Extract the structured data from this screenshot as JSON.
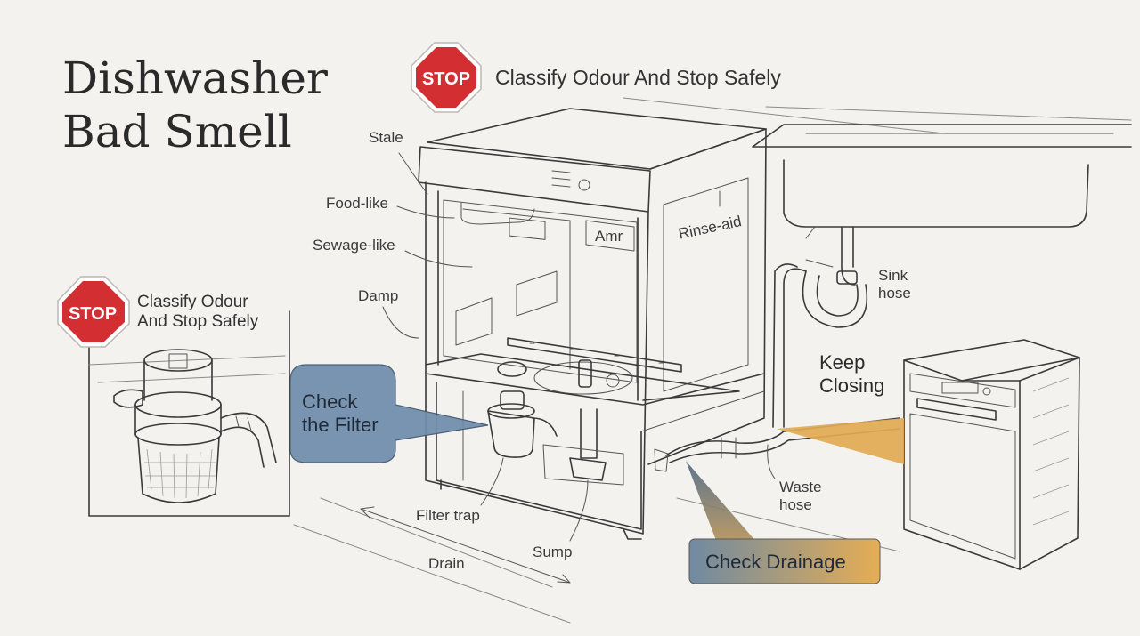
{
  "title": {
    "line1": "Dishwasher",
    "line2": "Bad Smell"
  },
  "stop_sign": {
    "text": "STOP",
    "color": "#d32f33"
  },
  "header": {
    "text": "Classify Odour And Stop Safely"
  },
  "inset": {
    "line1": "Classify Odour",
    "line2": "And Stop Safely"
  },
  "odour_types": [
    "Stale",
    "Food-like",
    "Sewage-like",
    "Damp"
  ],
  "interior_labels": {
    "amr": "Amr",
    "rinse_aid": "Rinse-aid"
  },
  "component_labels": {
    "sink_hose": {
      "line1": "Sink",
      "line2": "hose"
    },
    "waste_hose": {
      "line1": "Waste",
      "line2": "hose"
    },
    "filter_trap": "Filter trap",
    "sump": "Sump",
    "drain": "Drain"
  },
  "callouts": {
    "check_filter": {
      "line1": "Check",
      "line2": "the Filter",
      "color": "#5f7f9f"
    },
    "keep_closing": {
      "line1": "Keep",
      "line2": "Closing",
      "color": "#e0a94e"
    },
    "check_drainage": {
      "text": "Check Drainage",
      "color_start": "#6f8aa2",
      "color_end": "#e6ad55"
    }
  },
  "colors": {
    "background": "#f3f2ee",
    "ink": "#3a3a3a"
  }
}
